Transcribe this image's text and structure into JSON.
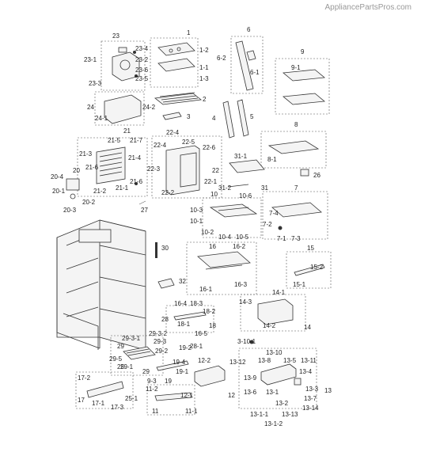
{
  "watermark": "AppliancePartsPros.com",
  "labels": {
    "l1": "1",
    "l1_1": "1-1",
    "l1_2": "1-2",
    "l1_3": "1-3",
    "l2": "2",
    "l3": "3",
    "l4": "4",
    "l5": "5",
    "l6": "6",
    "l6_1": "6-1",
    "l6_2": "6-2",
    "l7": "7",
    "l7_1": "7-1",
    "l7_2": "7-2",
    "l7_3": "7-3",
    "l7_4": "7-4",
    "l8": "8",
    "l8_1": "8-1",
    "l9": "9",
    "l9_1": "9-1",
    "l10": "10",
    "l10_1": "10-1",
    "l10_2": "10-2",
    "l10_3": "10-3",
    "l10_4": "10-4",
    "l10_5": "10-5",
    "l10_6": "10-6",
    "l11": "11",
    "l11_1": "11-1",
    "l11_2": "11-2",
    "l12": "12",
    "l12_1": "12-1",
    "l12_2": "12-2",
    "l13": "13",
    "l13_1": "13-1",
    "l13_1_1": "13-1-1",
    "l13_1_2": "13-1-2",
    "l13_2": "13-2",
    "l13_3": "13-3",
    "l13_4": "13-4",
    "l13_5": "13-5",
    "l13_6": "13-6",
    "l13_7": "13-7",
    "l13_8": "13-8",
    "l13_9": "13-9",
    "l13_10": "13-10",
    "l13_11": "13-11",
    "l13_12": "13-12",
    "l13_13": "13-13",
    "l13_14": "13-14",
    "l3_10_1": "3-10-1",
    "l14": "14",
    "l14_1": "14-1",
    "l14_2": "14-2",
    "l14_3": "14-3",
    "l15": "15",
    "l15_1": "15-1",
    "l15_2": "15-2",
    "l16": "16",
    "l16_1": "16-1",
    "l16_2": "16-2",
    "l16_3": "16-3",
    "l16_4": "16-4",
    "l16_5": "16-5",
    "l17": "17",
    "l17_1": "17-1",
    "l17_2": "17-2",
    "l17_3": "17-3",
    "l18": "18",
    "l18_1": "18-1",
    "l18_2": "18-2",
    "l18_3": "18-3",
    "l19": "19",
    "l19_1": "19-1",
    "l19_2": "19-2",
    "l19_3": "9-3",
    "l19_4": "19-4",
    "l20": "20",
    "l20_1": "20-1",
    "l20_2": "20-2",
    "l20_3": "20-3",
    "l20_4": "20-4",
    "l21": "21",
    "l21_1": "21-1",
    "l21_2": "21-2",
    "l21_3": "21-3",
    "l21_4": "21-4",
    "l21_5": "21-5",
    "l21_6": "21-6",
    "l21_7": "21-7",
    "l22": "22",
    "l22_1": "22-1",
    "l22_2": "22-2",
    "l22_3": "22-3",
    "l22_4": "22-4",
    "l22_5": "22-5",
    "l22_6": "22-6",
    "l22_4b": "22-4",
    "l23": "23",
    "l23_1": "23-1",
    "l23_2": "23-2",
    "l23_3": "23-3",
    "l23_4": "23-4",
    "l23_5": "23-5",
    "l23_6": "23-6",
    "l24": "24",
    "l24_1": "24-1",
    "l24_2": "24-2",
    "l25": "25",
    "l25_1": "25-1",
    "l26": "26",
    "l27": "27",
    "l28": "28",
    "l28_1": "28-1",
    "l29": "29",
    "l29_1": "29-1",
    "l29_2": "29-2",
    "l29_3": "29-3",
    "l29_3_1": "29-3-1",
    "l29_3_2": "29-3-2",
    "l29_5": "29-5",
    "l30": "30",
    "l31": "31",
    "l31_1": "31-1",
    "l31_2": "31-2",
    "l32": "32"
  }
}
